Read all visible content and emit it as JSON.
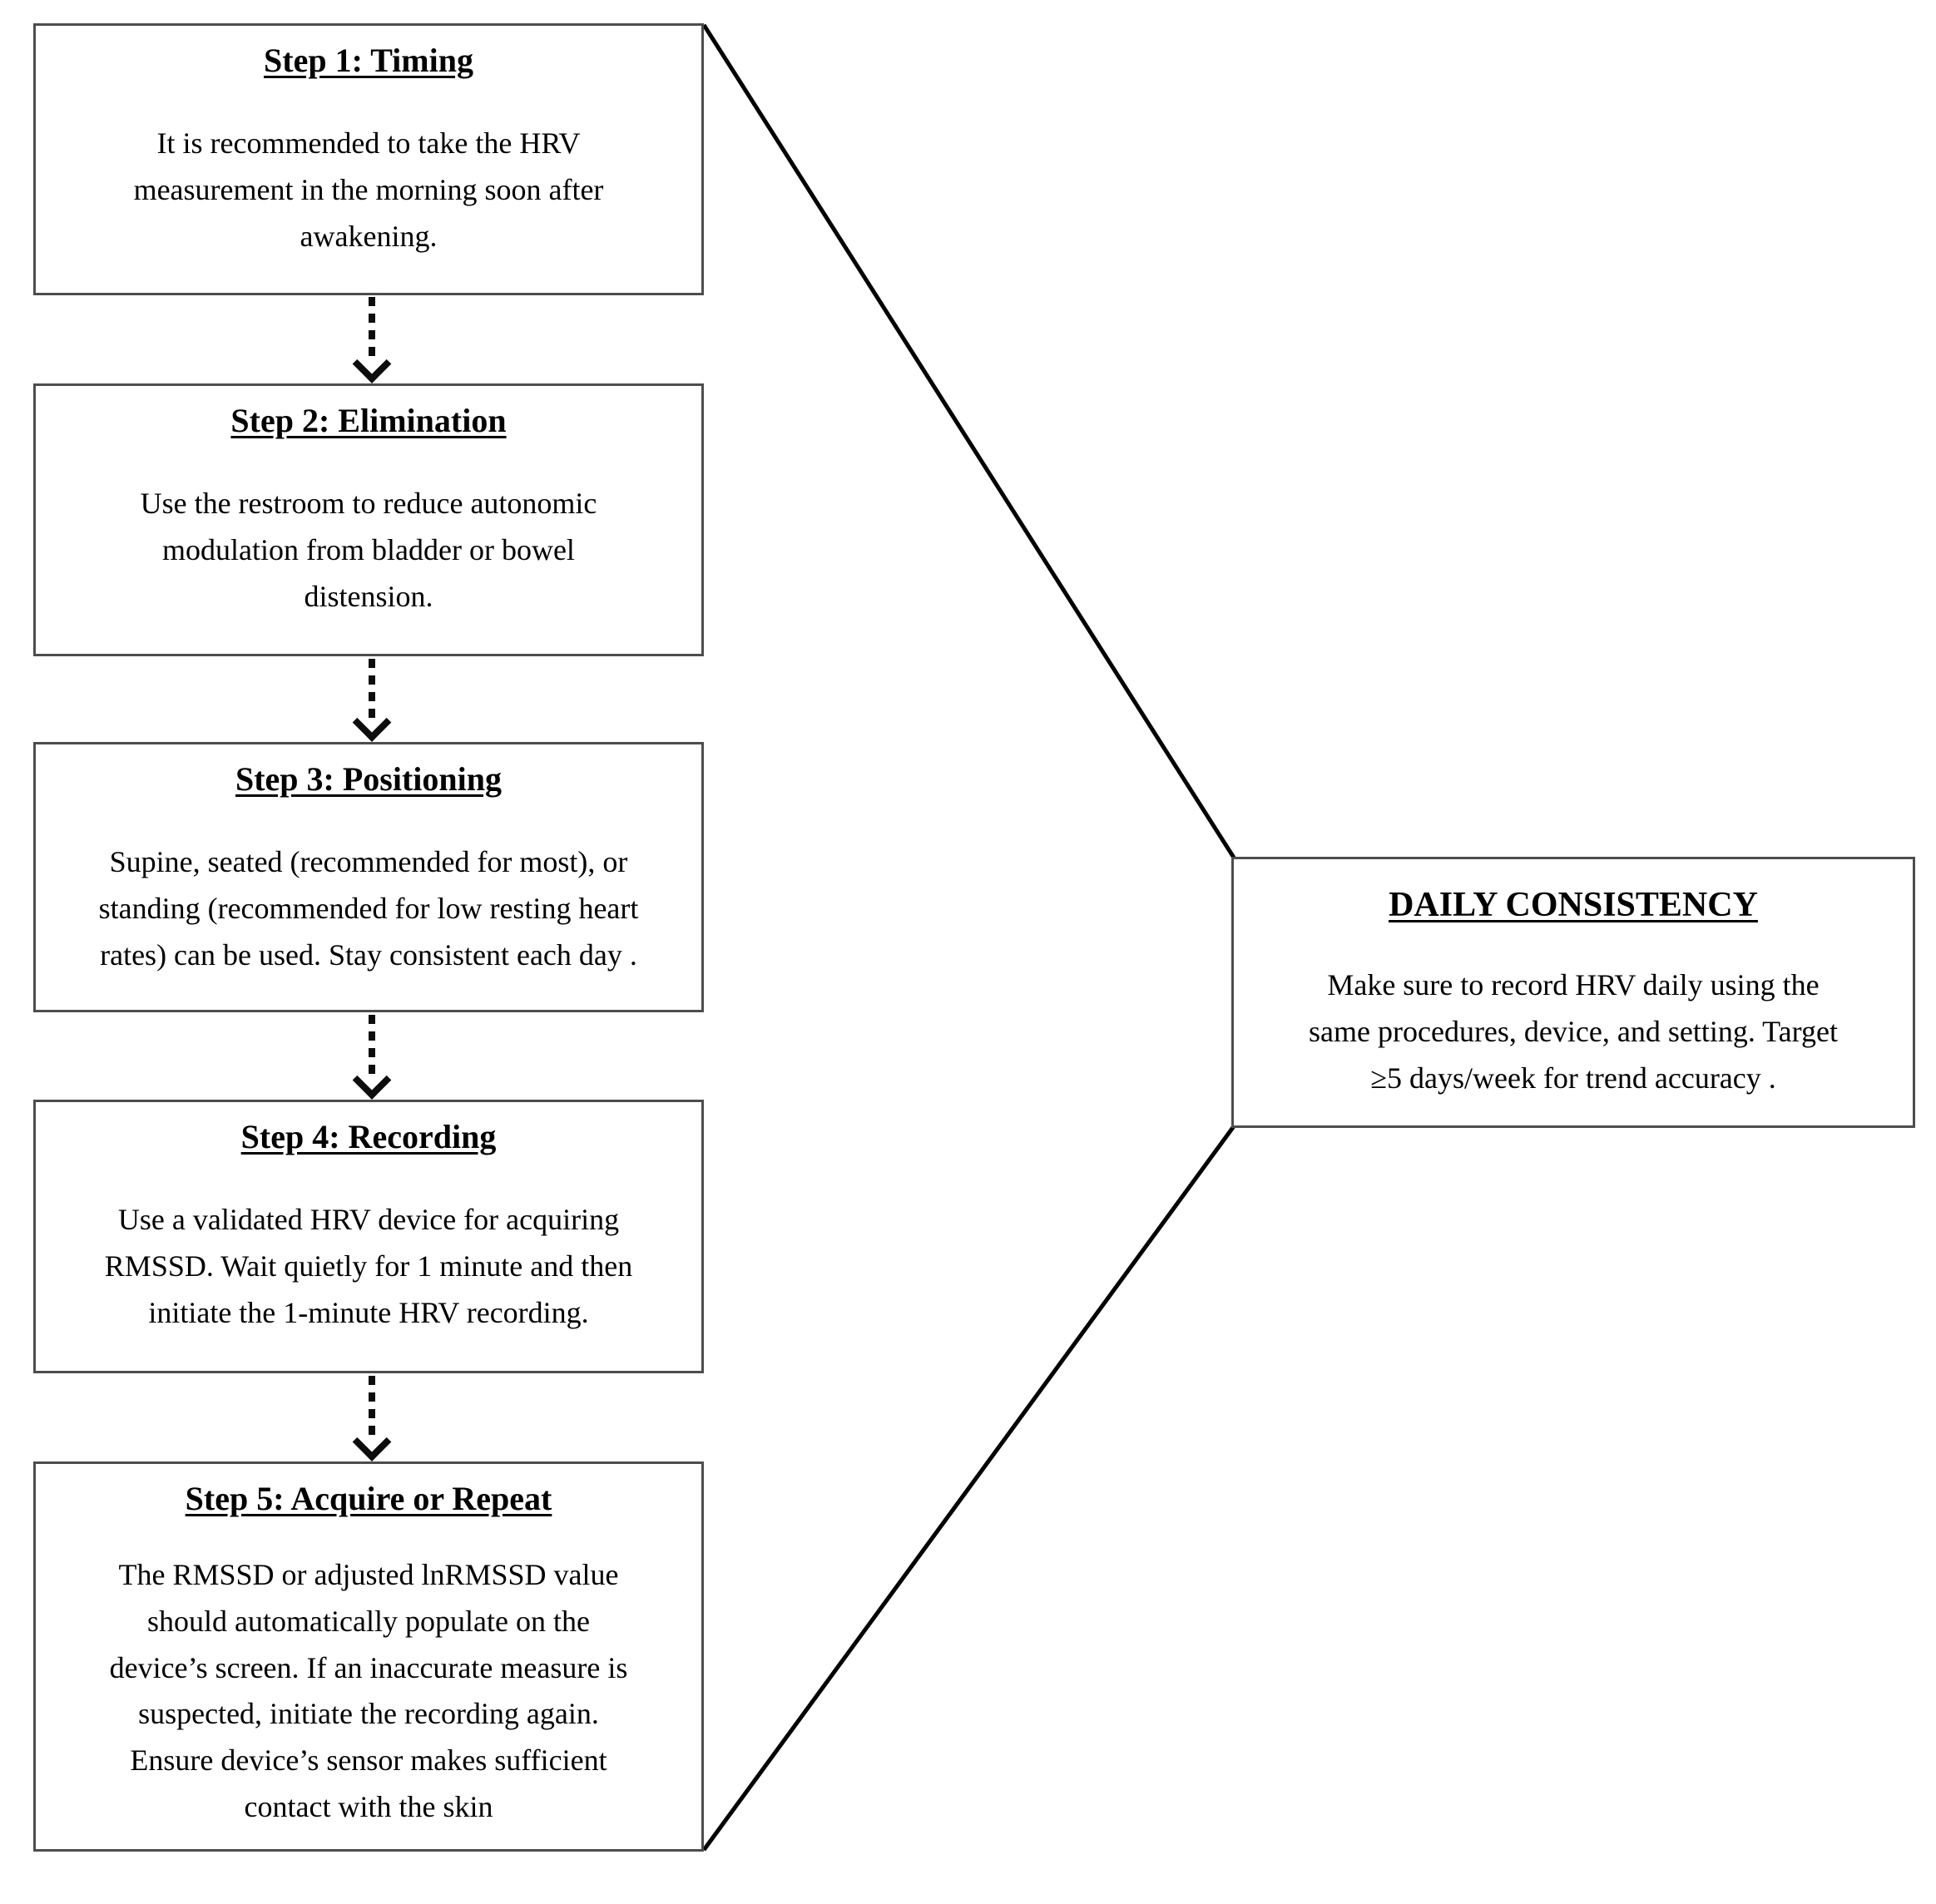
{
  "style": {
    "background_color": "#ffffff",
    "box_border_color": "#4d4d4d",
    "text_color": "#000000",
    "connector_color": "#000000",
    "arrow_color": "#0d0d0d"
  },
  "steps": [
    {
      "title": "Step 1: Timing",
      "body": "It is recommended to take the HRV\nmeasurement in the morning soon after\nawakening."
    },
    {
      "title": "Step 2: Elimination",
      "body": "Use the restroom to reduce autonomic\nmodulation from bladder or bowel\ndistension."
    },
    {
      "title": "Step 3: Positioning",
      "body": "Supine, seated (recommended for most), or\nstanding (recommended for low resting heart\nrates) can be used. Stay consistent each day ."
    },
    {
      "title": "Step 4: Recording",
      "body": "Use a validated HRV device for acquiring\nRMSSD. Wait quietly for 1 minute and then\ninitiate the 1-minute HRV recording."
    },
    {
      "title": "Step 5: Acquire or Repeat",
      "body": "The RMSSD or adjusted lnRMSSD value\nshould automatically populate on the\ndevice’s screen. If an inaccurate measure is\nsuspected, initiate the recording again.\nEnsure device’s sensor makes sufficient\ncontact with the skin"
    }
  ],
  "side_box": {
    "title": "DAILY CONSISTENCY",
    "body": "Make sure to record HRV daily using the\nsame procedures, device, and setting. Target\n≥5 days/week for trend accuracy ."
  }
}
